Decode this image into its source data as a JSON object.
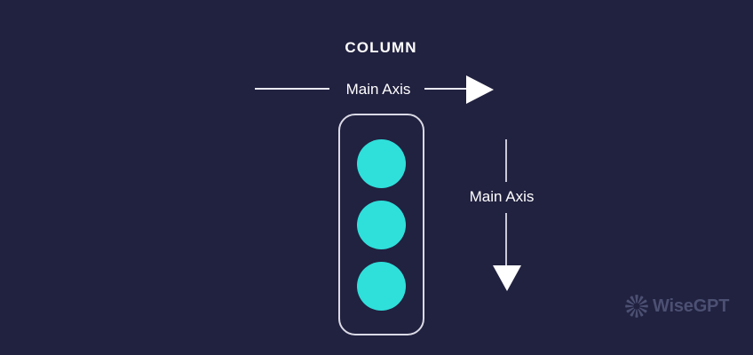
{
  "diagram": {
    "title": "COLUMN",
    "background_color": "#212140",
    "horizontal_axis": {
      "label": "Main Axis",
      "direction": "right",
      "line_color": "#e9e9f2",
      "arrow_color": "#ffffff"
    },
    "vertical_axis": {
      "label": "Main Axis",
      "direction": "down",
      "line_color": "#c9c9d8",
      "arrow_color": "#ffffff"
    },
    "container": {
      "border_color": "#dadae6",
      "shape": "rounded-rectangle",
      "items": [
        {
          "name": "circle-1",
          "color": "#2fdfda"
        },
        {
          "name": "circle-2",
          "color": "#2fdfda"
        },
        {
          "name": "circle-3",
          "color": "#2fdfda"
        }
      ]
    }
  },
  "watermark": {
    "text": "WiseGPT",
    "icon": "pinwheel-icon",
    "color": "#4c5072"
  }
}
